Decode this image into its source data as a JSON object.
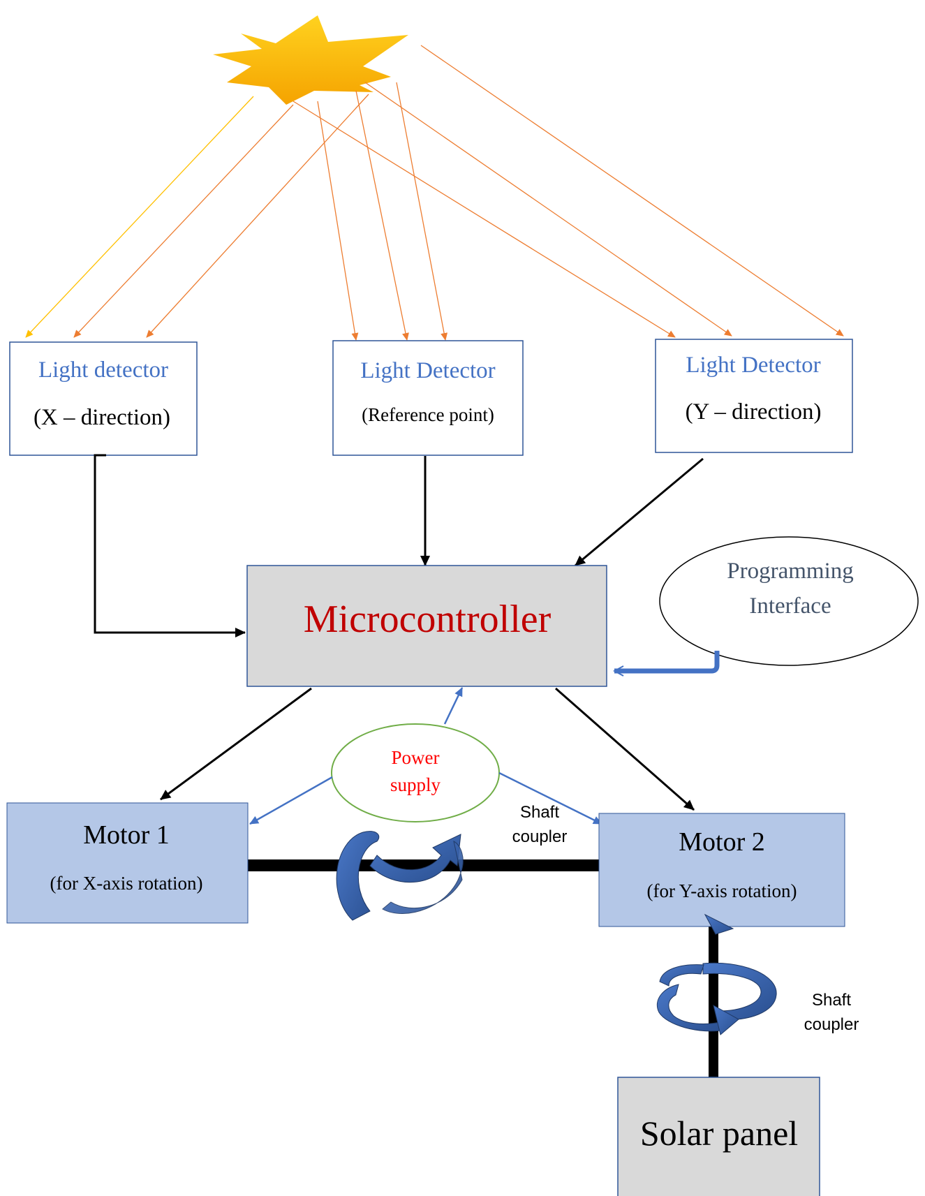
{
  "detectors": {
    "x": {
      "title": "Light detector",
      "subtitle": "(X – direction)"
    },
    "ref": {
      "title": "Light Detector",
      "subtitle": "(Reference point)"
    },
    "y": {
      "title": "Light Detector",
      "subtitle": "(Y – direction)"
    }
  },
  "microcontroller": {
    "label": "Microcontroller"
  },
  "programming_interface": {
    "line1": "Programming",
    "line2": "Interface"
  },
  "power_supply": {
    "line1": "Power",
    "line2": "supply"
  },
  "motor1": {
    "title": "Motor 1",
    "subtitle": "(for X-axis rotation)"
  },
  "motor2": {
    "title": "Motor 2",
    "subtitle": "(for Y-axis rotation)"
  },
  "shaft_coupler_1": {
    "line1": "Shaft",
    "line2": "coupler"
  },
  "shaft_coupler_2": {
    "line1": "Shaft",
    "line2": "coupler"
  },
  "solar_panel": {
    "label": "Solar panel"
  },
  "colors": {
    "detector_text": "#4472c4",
    "detector_border": "#2f5597",
    "microcontroller_fill": "#d9d9d9",
    "microcontroller_text": "#c00000",
    "motor_fill": "#b4c7e7",
    "power_text": "#ff0000",
    "power_border": "#70ad47",
    "ray": "#ed7d31",
    "ray_yellow": "#ffc000",
    "rotation_arrow": "#2f5597",
    "blue_connector": "#4472c4"
  }
}
